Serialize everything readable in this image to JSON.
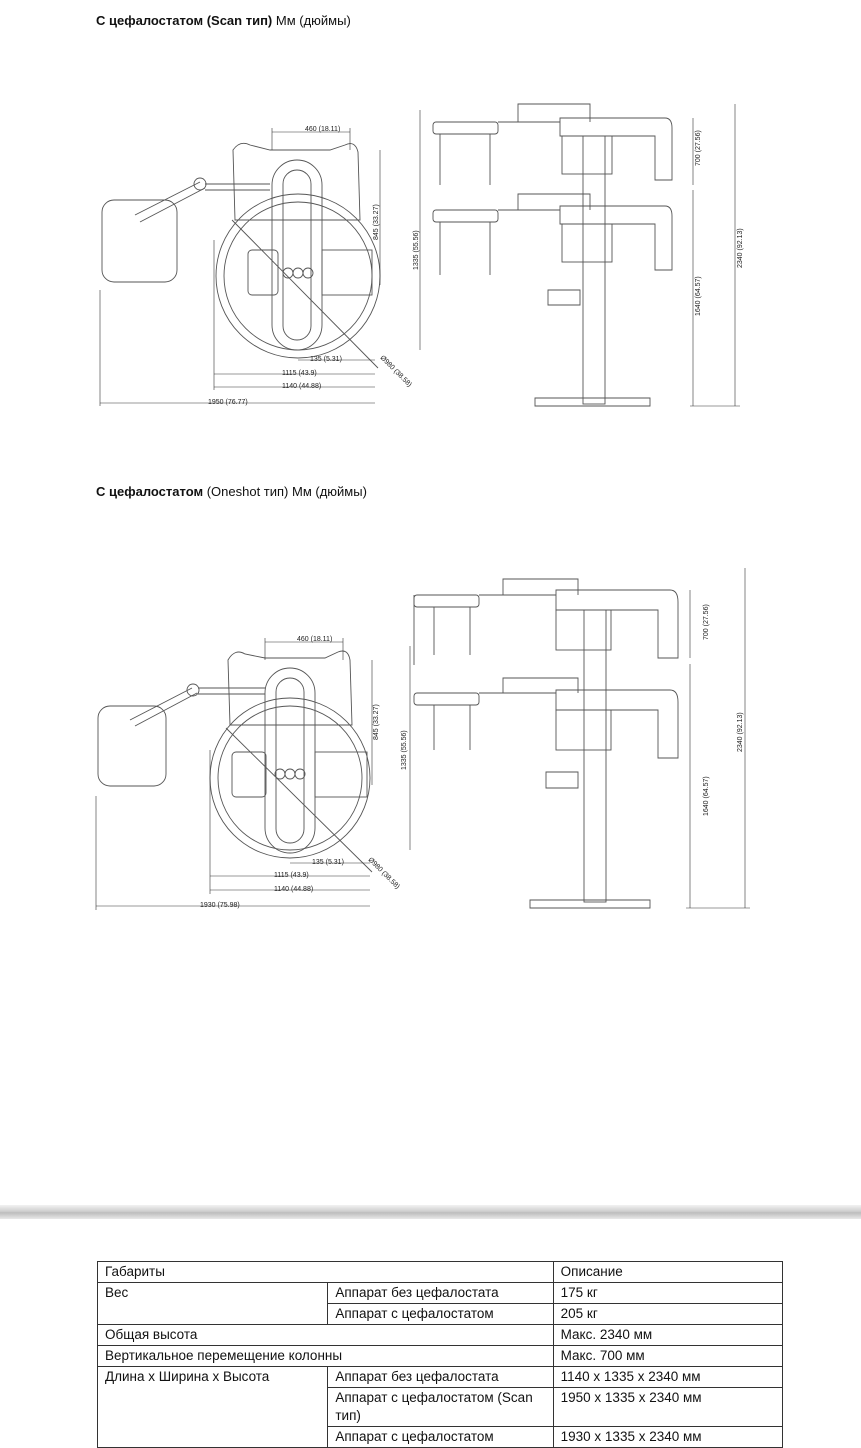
{
  "sections": [
    {
      "title_bold": "С цефалостатом (Scan тип)",
      "title_rest": " Мм (дюймы)",
      "dims": {
        "top_width": "460 (18.11)",
        "h845": "845 (33.27)",
        "h1335": "1335 (55.56)",
        "w135": "135 (5.31)",
        "w1115": "1115 (43.9)",
        "w1140": "1140 (44.88)",
        "w_total": "1950 (76.77)",
        "diam": "Ø980 (38.58)",
        "h700": "700 (27.56)",
        "h2340": "2340 (92.13)",
        "h1640": "1640 (64.57)"
      }
    },
    {
      "title_bold": "С цефалостатом",
      "title_rest": " (Oneshot тип) Мм (дюймы)",
      "dims": {
        "top_width": "460 (18.11)",
        "h845": "845 (33.27)",
        "h1335": "1335 (55.56)",
        "w135": "135 (5.31)",
        "w1115": "1115 (43.9)",
        "w1140": "1140 (44.88)",
        "w_total": "1930 (75.98)",
        "diam": "Ø980 (38.58)",
        "h700": "700 (27.56)",
        "h2340": "2340 (92.13)",
        "h1640": "1640 (64.57)"
      }
    }
  ],
  "table": {
    "header": [
      "Габариты",
      "",
      "Описание"
    ],
    "weight_label": "Вес",
    "weight_rows": [
      {
        "sub": "Аппарат без цефалостата",
        "value": "175 кг"
      },
      {
        "sub": "Аппарат с цефалостатом",
        "value": "205 кг"
      }
    ],
    "total_height": {
      "label": "Общая высота",
      "value": "Макс. 2340 мм"
    },
    "column_travel": {
      "label": "Вертикальное перемещение колонны",
      "value": "Макс. 700 мм"
    },
    "lwh_label": "Длина x Ширина x Высота",
    "lwh_rows": [
      {
        "sub": "Аппарат без цефалостата",
        "value": "1140 x 1335 x 2340 мм"
      },
      {
        "sub": "Аппарат с цефалостатом (Scan тип)",
        "value": "1950 x 1335 x 2340 мм"
      },
      {
        "sub": "Аппарат с цефалостатом",
        "value": "1930 x 1335 x 2340 мм"
      }
    ]
  }
}
